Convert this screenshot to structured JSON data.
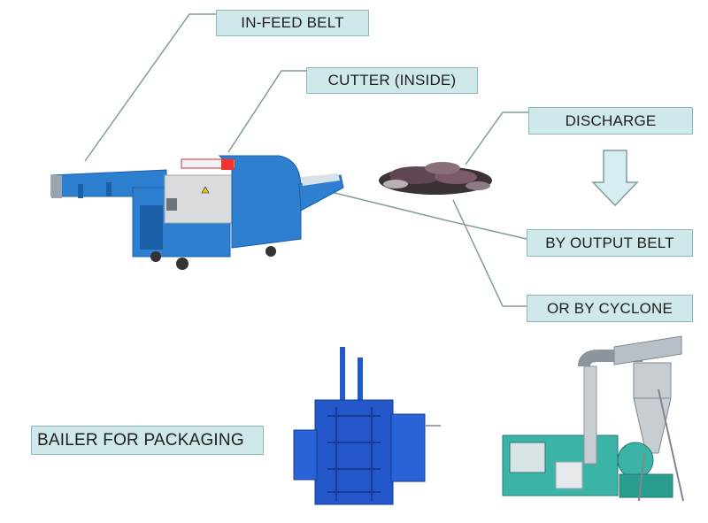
{
  "labels": {
    "infeed_belt": "IN-FEED BELT",
    "cutter": "CUTTER (INSIDE)",
    "discharge": "DISCHARGE",
    "output_belt": "BY OUTPUT BELT",
    "cyclone": "OR BY CYCLONE",
    "bailer": "BAILER FOR PACKAGING"
  },
  "colors": {
    "label_bg": "#cfe8e9",
    "label_border": "#8fb6b8",
    "leader_line": "#7f9c9e",
    "arrow_fill": "#d7eef0",
    "machine_blue": "#2f7fd1",
    "bailer_blue": "#2457c9",
    "cyclone_grey": "#c8cdd2",
    "teal_base": "#3bb3a6"
  }
}
